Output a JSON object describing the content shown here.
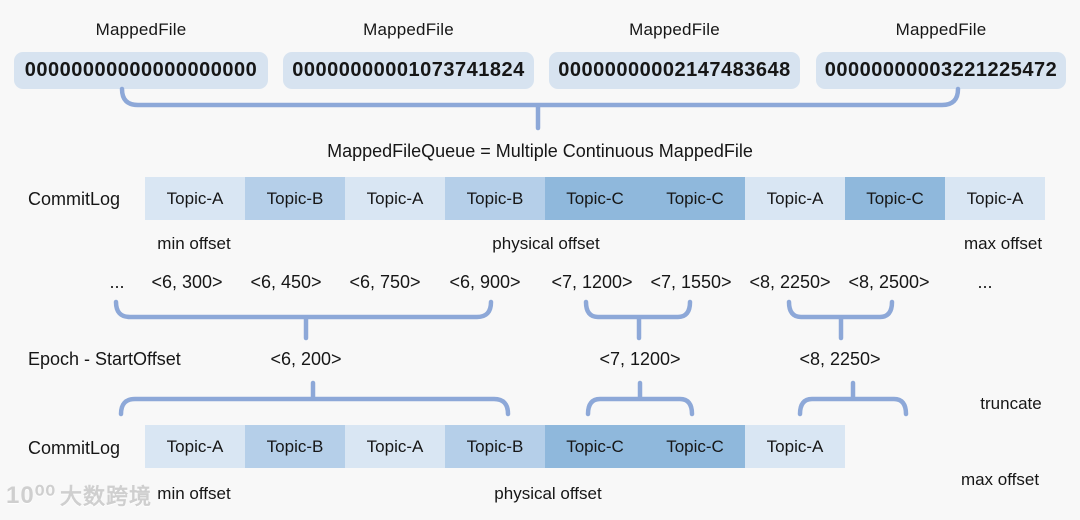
{
  "mapped_files": [
    {
      "label": "MappedFile",
      "name": "00000000000000000000"
    },
    {
      "label": "MappedFile",
      "name": "00000000001073741824"
    },
    {
      "label": "MappedFile",
      "name": "00000000002147483648"
    },
    {
      "label": "MappedFile",
      "name": "00000000003221225472"
    }
  ],
  "queue_caption": "MappedFileQueue = Multiple Continuous MappedFile",
  "commitlog_top": {
    "label": "CommitLog",
    "segments": [
      {
        "topic": "Topic-A",
        "shade": "light"
      },
      {
        "topic": "Topic-B",
        "shade": "medium"
      },
      {
        "topic": "Topic-A",
        "shade": "light"
      },
      {
        "topic": "Topic-B",
        "shade": "medium"
      },
      {
        "topic": "Topic-C",
        "shade": "dark"
      },
      {
        "topic": "Topic-C",
        "shade": "dark"
      },
      {
        "topic": "Topic-A",
        "shade": "light"
      },
      {
        "topic": "Topic-C",
        "shade": "dark"
      },
      {
        "topic": "Topic-A",
        "shade": "light"
      }
    ],
    "min_offset_label": "min offset",
    "physical_offset_label": "physical offset",
    "max_offset_label": "max offset"
  },
  "index_row": {
    "entries": [
      "...",
      "<6, 300>",
      "<6, 450>",
      "<6, 750>",
      "<6, 900>",
      "<7, 1200>",
      "<7, 1550>",
      "<8, 2250>",
      "<8, 2500>",
      "..."
    ]
  },
  "epoch_row": {
    "label": "Epoch - StartOffset",
    "entries": [
      "<6, 200>",
      "<7, 1200>",
      "<8, 2250>"
    ]
  },
  "truncate_label": "truncate",
  "commitlog_bottom": {
    "label": "CommitLog",
    "segments": [
      {
        "topic": "Topic-A",
        "shade": "light"
      },
      {
        "topic": "Topic-B",
        "shade": "medium"
      },
      {
        "topic": "Topic-A",
        "shade": "light"
      },
      {
        "topic": "Topic-B",
        "shade": "medium"
      },
      {
        "topic": "Topic-C",
        "shade": "dark"
      },
      {
        "topic": "Topic-C",
        "shade": "dark"
      },
      {
        "topic": "Topic-A",
        "shade": "light"
      }
    ],
    "min_offset_label": "min offset",
    "physical_offset_label": "physical offset",
    "max_offset_label": "max offset"
  },
  "watermark": {
    "logo": "10⁰⁰",
    "text": "大数跨境"
  },
  "colors": {
    "background": "#f8f8f8",
    "box_fill": "#d7e3f0",
    "cell_light": "#d9e6f3",
    "cell_medium": "#b5cfe9",
    "cell_dark": "#8fb8dc",
    "brace": "#8da8d8",
    "text": "#161616",
    "watermark": "#cfcfcf"
  }
}
